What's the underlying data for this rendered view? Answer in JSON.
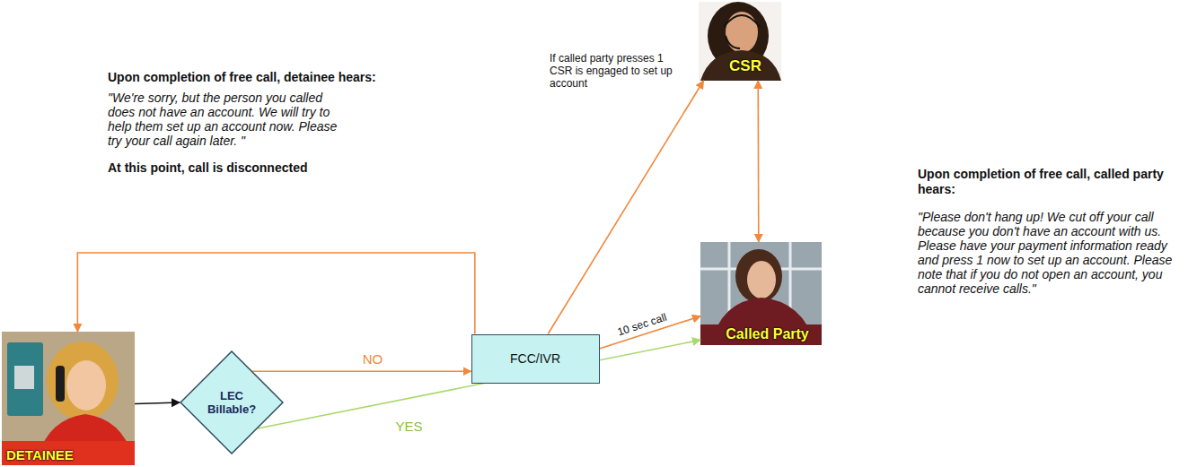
{
  "diagram": {
    "nodes": [
      {
        "text": [
          "DETAINEE"
        ]
      },
      {
        "text": [
          "LEC Billable?"
        ]
      },
      {
        "text": [
          "FCC/IVR"
        ]
      },
      {
        "text": [
          "CSR"
        ]
      },
      {
        "text": [
          "Called Party"
        ]
      }
    ],
    "edges": [
      {
        "from": 0,
        "to": 1,
        "arrow": "to"
      },
      {
        "from": 1,
        "to": 2,
        "label": "NO",
        "arrow": "to"
      },
      {
        "from": 1,
        "to": 4,
        "label": "YES",
        "arrow": "to"
      },
      {
        "from": 2,
        "to": 0,
        "arrow": "to"
      },
      {
        "from": 2,
        "to": 3,
        "arrow": "to"
      },
      {
        "from": 2,
        "to": 4,
        "label": "10 sec call",
        "arrow": "to"
      },
      {
        "from": 3,
        "to": 4,
        "arrow": "both"
      }
    ],
    "labels": [
      "Upon completion of free call, detainee hears:",
      "\"We're sorry, but the person you called does not have an account. We will try to help them set up an account now. Please try your call again later. \"",
      "At this point, call is disconnected",
      "If called party presses 1 CSR is engaged to set up account",
      "Upon completion of free call, called party hears:",
      "\"Please don't hang up! We cut off your call because you don't have an account with us. Please have your payment information ready and press 1 now to set up an account. Please note that if you do not open an account, you cannot receive calls.\""
    ]
  }
}
